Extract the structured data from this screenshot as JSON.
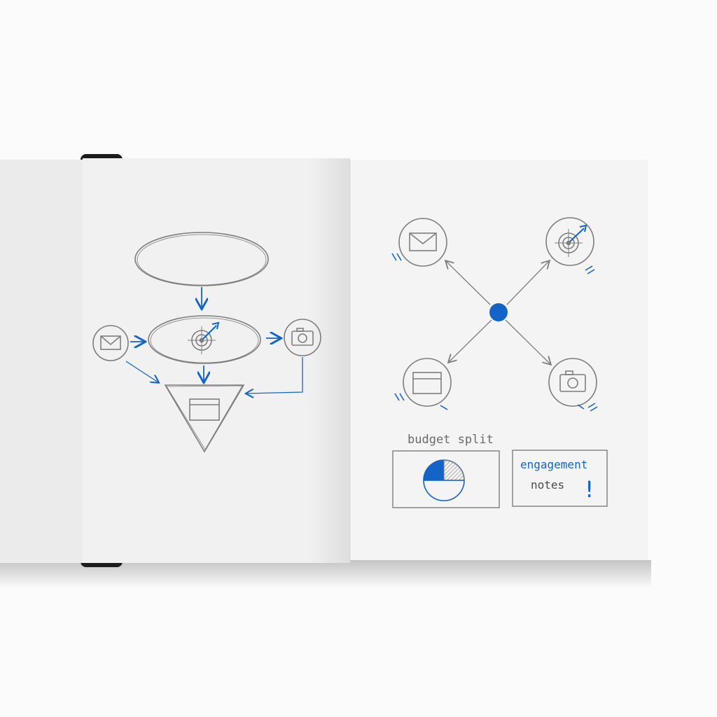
{
  "colors": {
    "pencil": "#7d7d7d",
    "ink_blue": "#1464c8",
    "page": "#f3f3f3",
    "binding": "#1c1c1c"
  },
  "left_page": {
    "nodes": [
      {
        "name": "top-oval",
        "icon": null
      },
      {
        "name": "center-oval",
        "icon": "target-icon"
      },
      {
        "name": "left-circle",
        "icon": "envelope-icon"
      },
      {
        "name": "right-circle",
        "icon": "camera-icon"
      },
      {
        "name": "bottom-triangle",
        "icon": "browser-window-icon"
      }
    ]
  },
  "right_page": {
    "hub": "blue-dot",
    "spokes": [
      "envelope-icon",
      "target-icon",
      "browser-window-icon",
      "camera-icon"
    ],
    "budget_label": "budget split",
    "pie_blue_fraction": 0.25,
    "pie_hatched_fraction": 0.25,
    "notes_line1": "engagement",
    "notes_line2": "notes",
    "notes_mark": "!"
  }
}
